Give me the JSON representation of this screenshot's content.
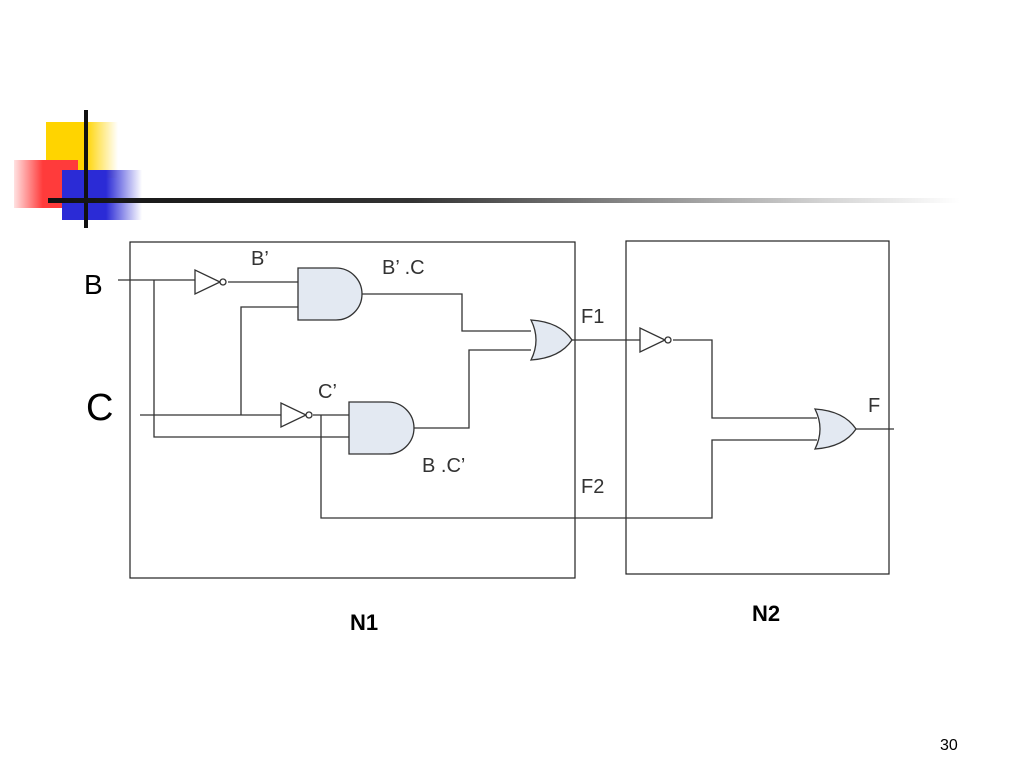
{
  "inputs": {
    "b": "B",
    "c": "C"
  },
  "signals": {
    "b_not": "B’",
    "c_not": "C’",
    "b_not_and_c": "B’ .C",
    "b_and_c_not": "B .C’",
    "f1": "F1",
    "f2": "F2",
    "f": "F"
  },
  "blocks": {
    "n1": "N1",
    "n2": "N2"
  },
  "page_number": "30",
  "colors": {
    "gate_fill": "#e3e9f2",
    "logo_yellow": "#ffd400",
    "logo_red": "#ff3b3b",
    "logo_blue": "#2b2bd6"
  }
}
